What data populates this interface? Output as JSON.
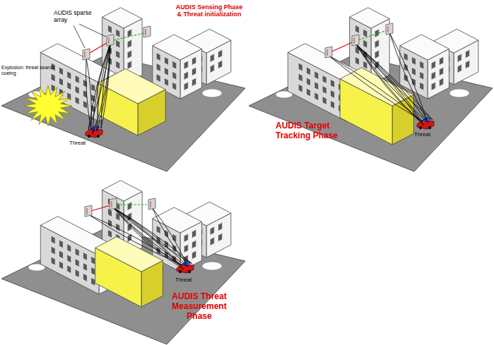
{
  "diagram": {
    "labels": [
      "AUDIS sparse array",
      "AUDIS Sensing Phase & Threat initialization",
      "Explosion: threat search cueing",
      "Threat",
      "Threat",
      "AUDIS Target Tracking Phase",
      "Threat",
      "AUDIS Threat Measurement Phase"
    ]
  }
}
